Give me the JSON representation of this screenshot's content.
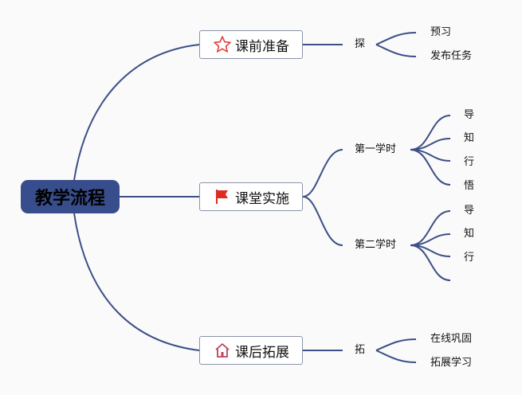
{
  "root": {
    "title": "教学流程"
  },
  "branches": [
    {
      "label": "课前准备",
      "icon": "star-icon",
      "mid": "探",
      "leaves": [
        "预习",
        "发布任务"
      ]
    },
    {
      "label": "课堂实施",
      "icon": "flag-icon",
      "mids": [
        {
          "label": "第一学时",
          "leaves": [
            "导",
            "知",
            "行",
            "悟"
          ]
        },
        {
          "label": "第二学时",
          "leaves": [
            "导",
            "知",
            "行",
            ""
          ]
        }
      ]
    },
    {
      "label": "课后拓展",
      "icon": "home-icon",
      "mid": "拓",
      "leaves": [
        "在线巩固",
        "拓展学习"
      ]
    }
  ],
  "colors": {
    "line": "#3d4f86",
    "root_fill": "#384e8c",
    "star": "#e0403a",
    "flag": "#e02b20",
    "home": "#c0405a"
  }
}
